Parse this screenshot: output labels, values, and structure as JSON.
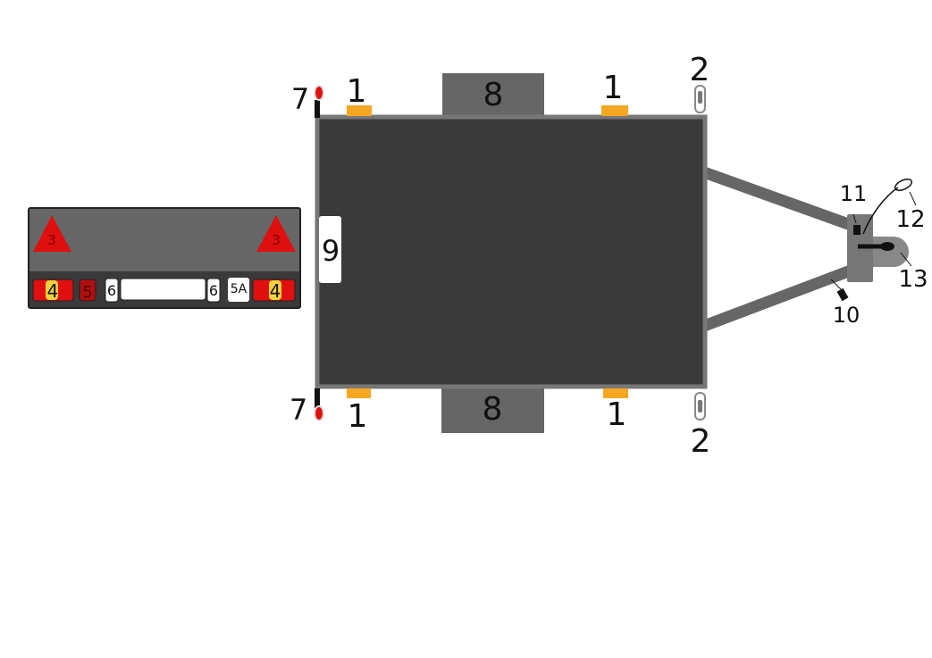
{
  "rear_panel": {
    "triangle_left": "3",
    "triangle_right": "3",
    "lamp_left": "4",
    "fog_lamp": "5",
    "plate_light_left": "6",
    "plate_light_right": "6",
    "reverse_lamp": "5A",
    "lamp_right": "4"
  },
  "trailer": {
    "side_marker_top_left": "1",
    "side_marker_top_right": "1",
    "side_marker_bottom_left": "1",
    "side_marker_bottom_right": "1",
    "front_marker_top": "2",
    "front_marker_bottom": "2",
    "rear_outline_top": "7",
    "rear_outline_bottom": "7",
    "fender_top": "8",
    "fender_bottom": "8",
    "rear_plate": "9",
    "support_wheel": "10",
    "connector_socket": "11",
    "breakaway_cable": "12",
    "coupling_head": "13"
  },
  "colors": {
    "bed": "#3b3a3a",
    "frame": "#777777",
    "fender": "#666666",
    "amber": "#f5a623",
    "red": "#e01010",
    "yellow": "#f2d23c"
  }
}
